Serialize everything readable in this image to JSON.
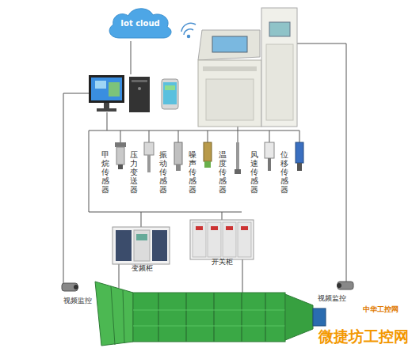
{
  "diagram": {
    "nodes": [
      {
        "text": [
          "Iot cloud"
        ]
      },
      {
        "text": [
          "变频柜"
        ]
      },
      {
        "text": [
          "开关柜"
        ]
      }
    ],
    "labels": [
      "甲烷传感器",
      "压力变送器",
      "振动传感器",
      "噪声传感器",
      "温度传感器",
      "风速传感器",
      "位移传感器",
      "视频监控",
      "视频监控",
      "中华工控网",
      "微捷坊工控网"
    ]
  }
}
